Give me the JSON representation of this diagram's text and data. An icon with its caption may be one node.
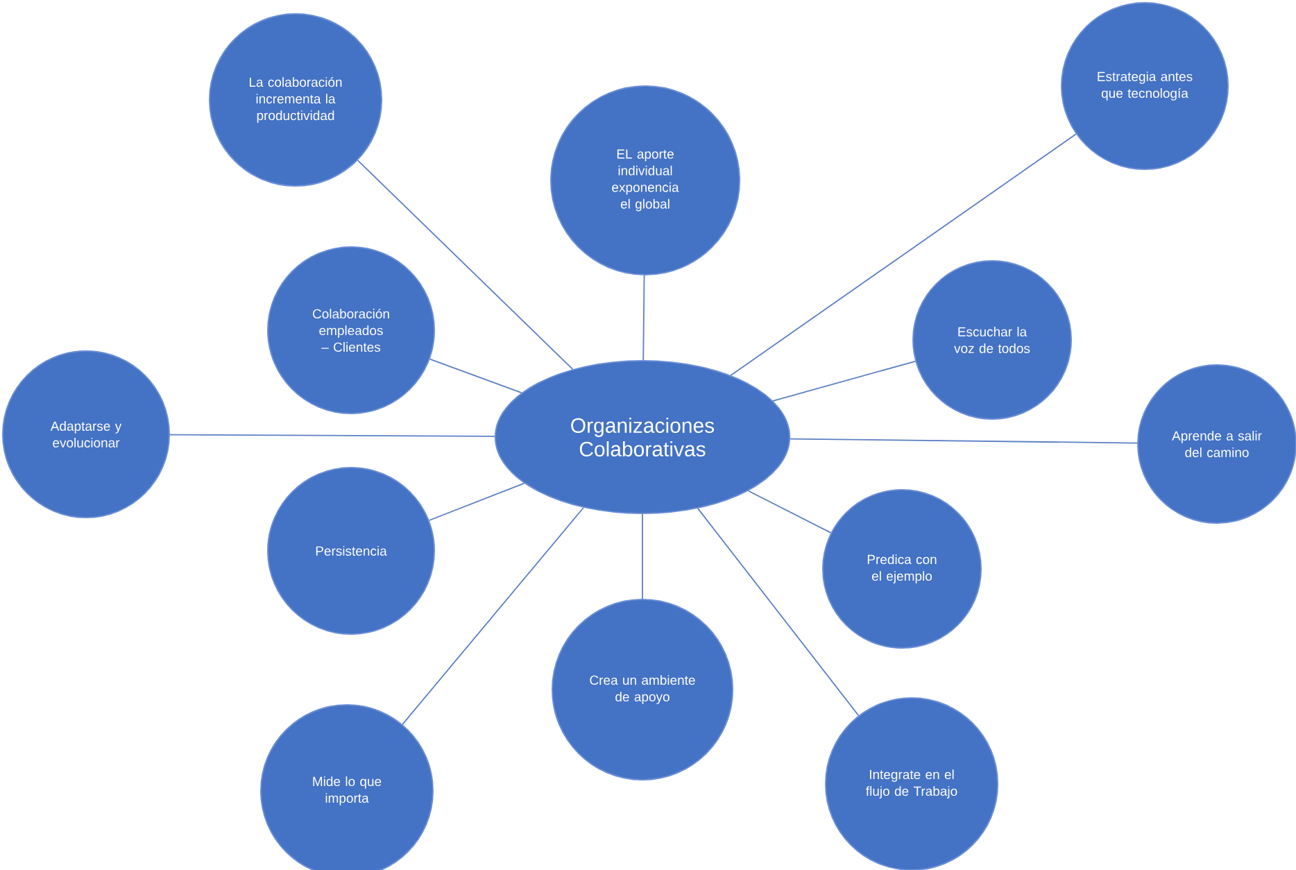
{
  "diagram": {
    "nodes": [
      {
        "text": [
          "Organizaciones Colaborativas"
        ]
      },
      {
        "text": [
          "La colaboración incrementa la productividad"
        ]
      },
      {
        "text": [
          "EL aporte individual exponencia el global"
        ]
      },
      {
        "text": [
          "Estrategia antes que tecnología"
        ]
      },
      {
        "text": [
          "Colaboración empleados – Clientes"
        ]
      },
      {
        "text": [
          "Escuchar la voz de todos"
        ]
      },
      {
        "text": [
          "Adaptarse y evolucionar"
        ]
      },
      {
        "text": [
          "Aprende a salir del camino"
        ]
      },
      {
        "text": [
          "Persistencia"
        ]
      },
      {
        "text": [
          "Predica con el ejemplo"
        ]
      },
      {
        "text": [
          "Crea un ambiente de apoyo"
        ]
      },
      {
        "text": [
          "Mide lo que importa"
        ]
      },
      {
        "text": [
          "Integrate en el flujo de Trabajo"
        ]
      }
    ],
    "edges": [
      {
        "from": 0,
        "to": 1,
        "arrow": "none"
      },
      {
        "from": 0,
        "to": 2,
        "arrow": "none"
      },
      {
        "from": 0,
        "to": 3,
        "arrow": "none"
      },
      {
        "from": 0,
        "to": 4,
        "arrow": "none"
      },
      {
        "from": 0,
        "to": 5,
        "arrow": "none"
      },
      {
        "from": 0,
        "to": 6,
        "arrow": "none"
      },
      {
        "from": 0,
        "to": 7,
        "arrow": "none"
      },
      {
        "from": 0,
        "to": 8,
        "arrow": "none"
      },
      {
        "from": 0,
        "to": 9,
        "arrow": "none"
      },
      {
        "from": 0,
        "to": 10,
        "arrow": "none"
      },
      {
        "from": 0,
        "to": 11,
        "arrow": "none"
      },
      {
        "from": 0,
        "to": 12,
        "arrow": "none"
      }
    ]
  }
}
